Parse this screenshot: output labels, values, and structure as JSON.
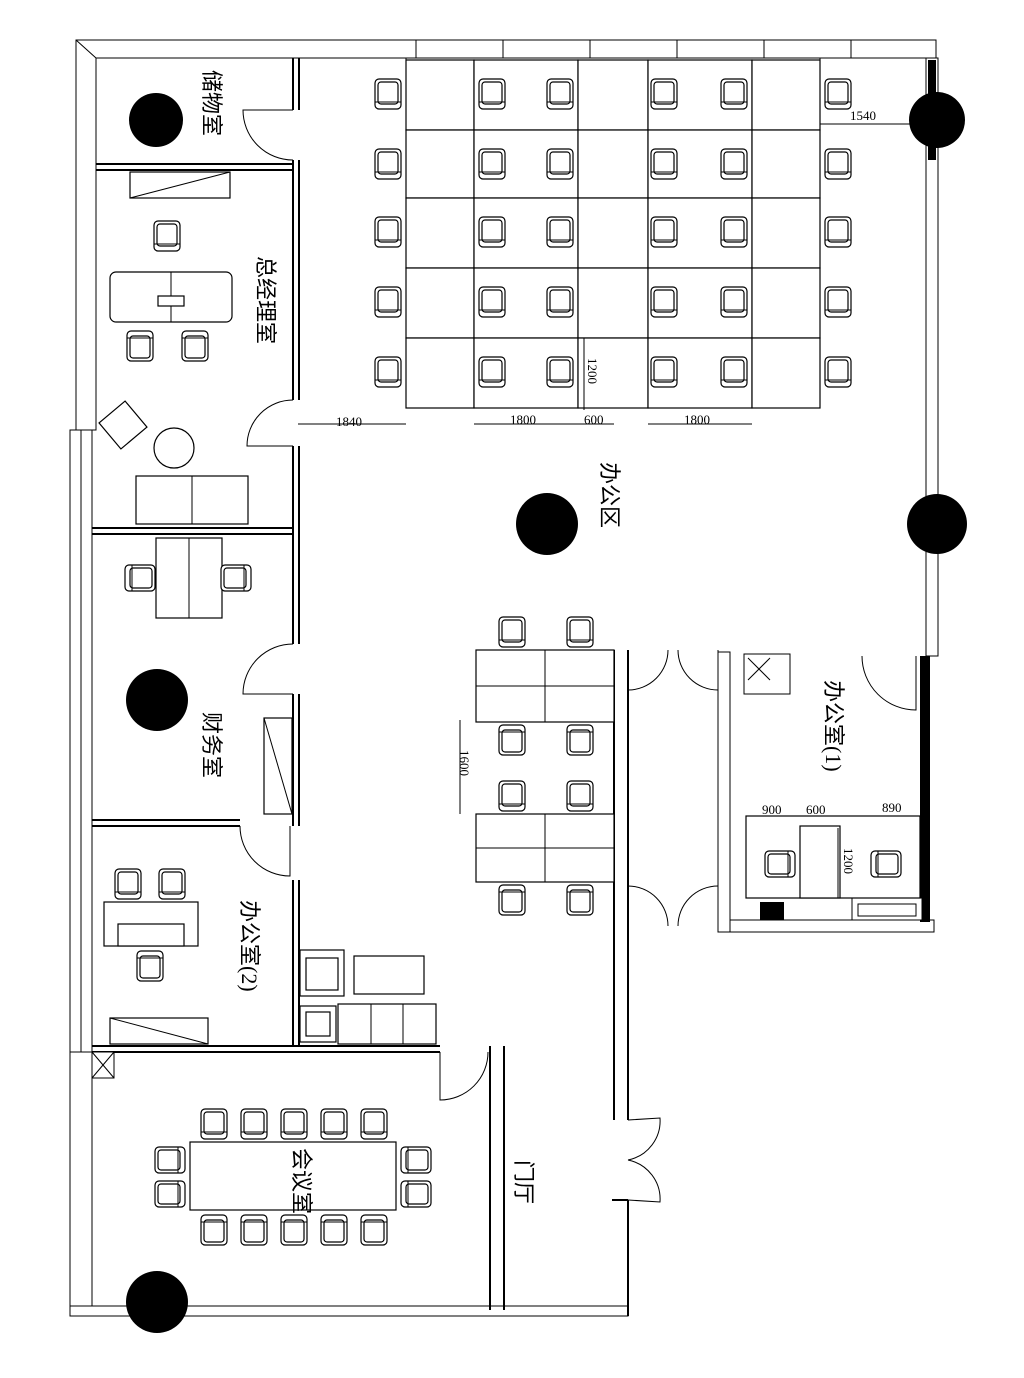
{
  "rooms": {
    "storage": "储物室",
    "gm_office": "总经理室",
    "open_office": "办公区",
    "office_1": "办公室(1)",
    "finance": "财务室",
    "office_2": "办公室(2)",
    "meeting": "会议室",
    "lobby": "门厅"
  },
  "dimensions": {
    "d1540": "1540",
    "d1840": "1840",
    "d1800a": "1800",
    "d600": "600",
    "d1800b": "1800",
    "d1200": "1200",
    "d1600": "1600",
    "d900": "900",
    "d600b": "600",
    "d890": "890",
    "d1200b": "1200"
  }
}
